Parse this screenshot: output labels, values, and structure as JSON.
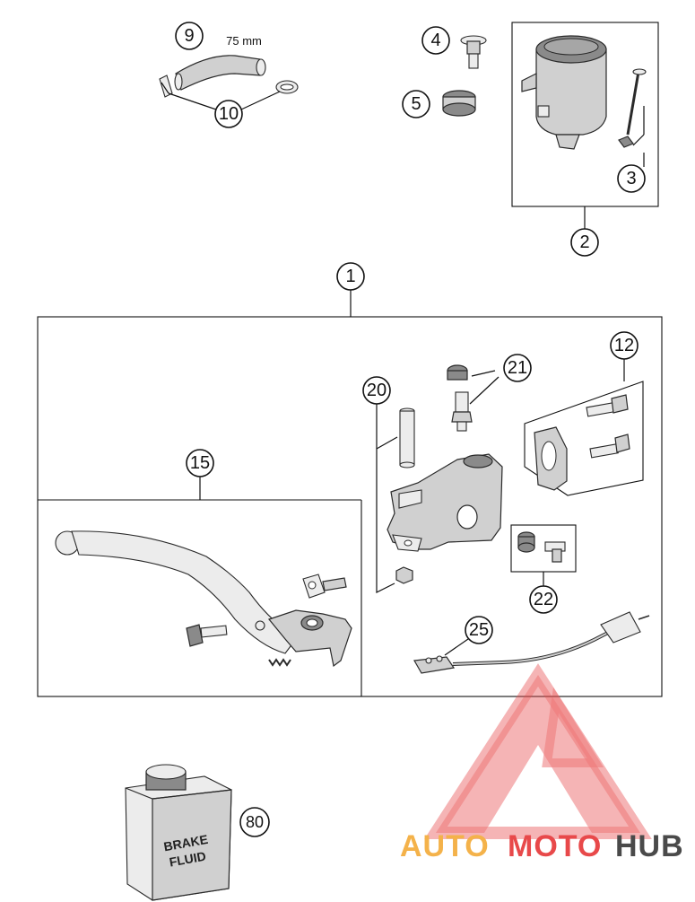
{
  "callouts": {
    "c1": "1",
    "c2": "2",
    "c3": "3",
    "c4": "4",
    "c5": "5",
    "c9": "9",
    "c10": "10",
    "c12": "12",
    "c15": "15",
    "c20": "20",
    "c21": "21",
    "c22": "22",
    "c25": "25",
    "c80": "80"
  },
  "hose_length_note": "75 mm",
  "brake_can": {
    "line1": "BRAKE",
    "line2": "FLUID"
  },
  "watermark": {
    "part1": "AUTO",
    "part2": "MOTO",
    "part3": "HUB"
  },
  "colors": {
    "watermark_red": "#e8494a",
    "watermark_orange": "#f4b24a",
    "watermark_dark": "#4a4a4a"
  },
  "icons": {
    "logo": "triangle-logo"
  }
}
